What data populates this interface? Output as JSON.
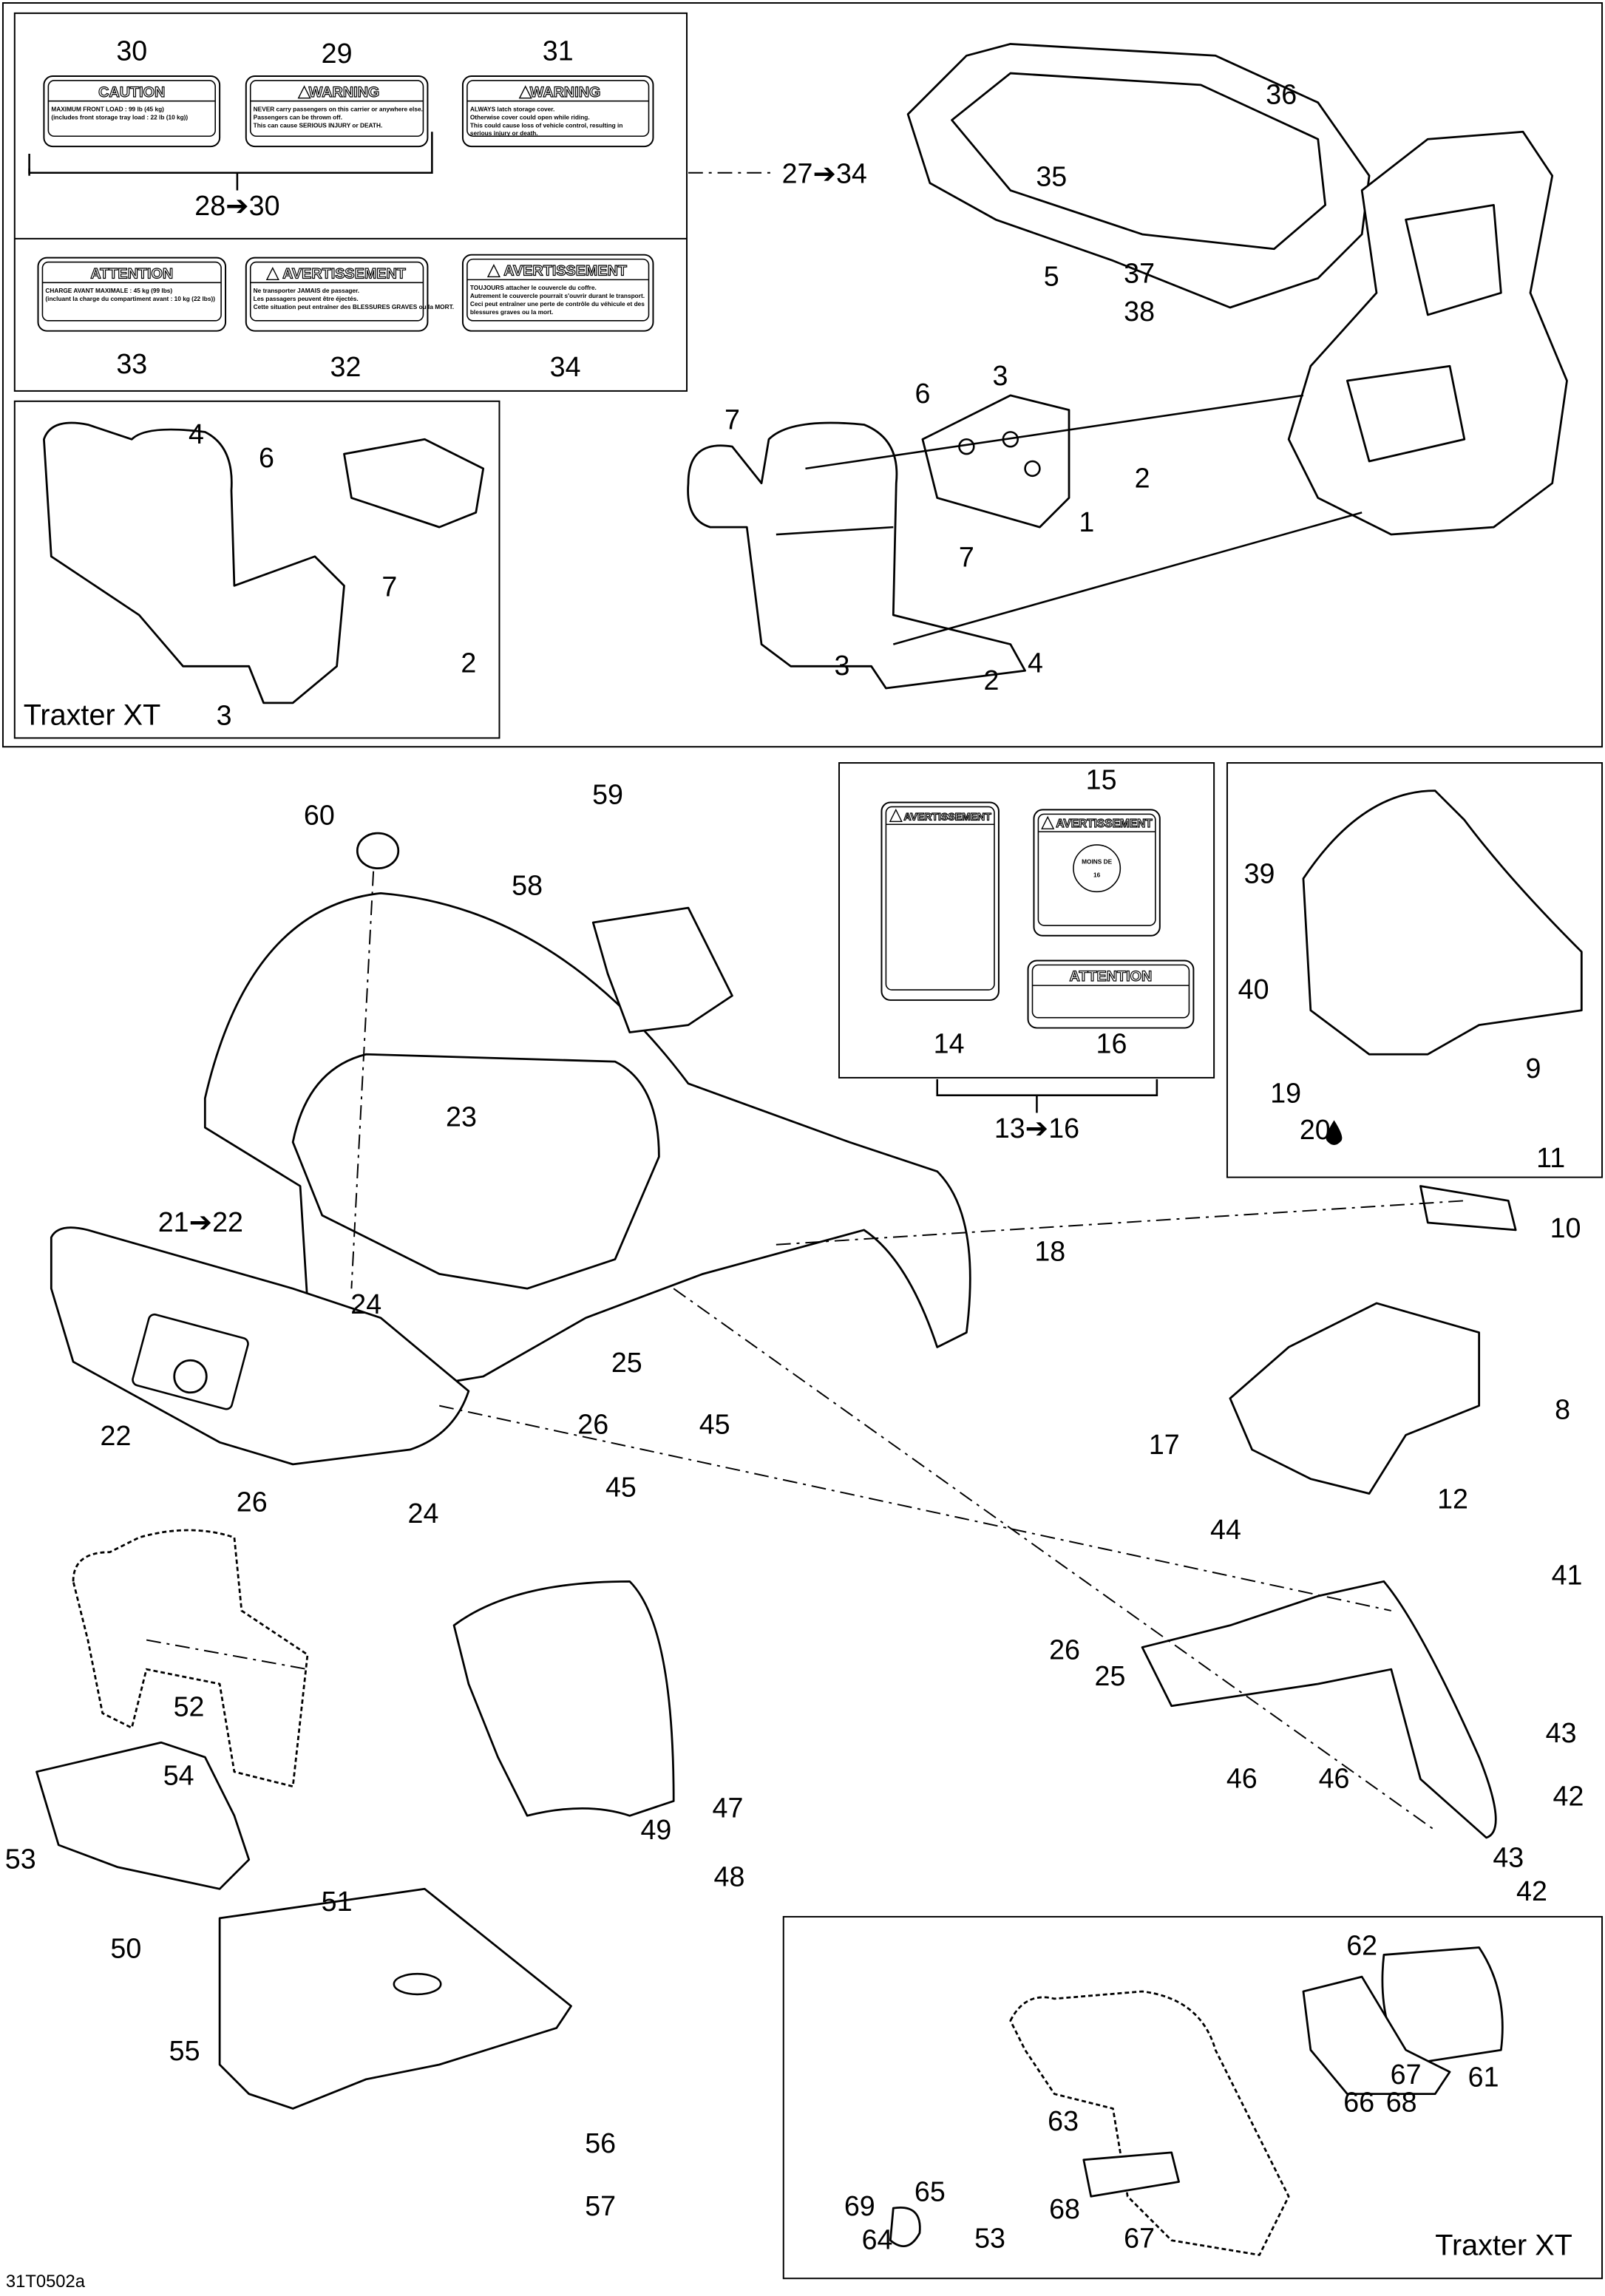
{
  "diagram": {
    "drawing_code": "31T0502a",
    "inset_labels": [
      "Traxter XT",
      "Traxter XT"
    ],
    "callouts": [
      "30",
      "29",
      "31",
      "28➔30",
      "33",
      "32",
      "34",
      "27➔34",
      "36",
      "35",
      "5",
      "37",
      "38",
      "7",
      "6",
      "3",
      "2",
      "1",
      "7",
      "3",
      "4",
      "2",
      "4",
      "6",
      "7",
      "2",
      "3",
      "60",
      "59",
      "58",
      "15",
      "14",
      "16",
      "13➔16",
      "39",
      "40",
      "9",
      "19",
      "20",
      "23",
      "11",
      "10",
      "18",
      "21➔22",
      "24",
      "25",
      "26",
      "45",
      "45",
      "22",
      "26",
      "24",
      "8",
      "17",
      "12",
      "44",
      "41",
      "26",
      "25",
      "43",
      "46",
      "46",
      "42",
      "43",
      "42",
      "52",
      "54",
      "47",
      "53",
      "49",
      "48",
      "51",
      "50",
      "55",
      "56",
      "57",
      "62",
      "61",
      "67",
      "66",
      "68",
      "63",
      "65",
      "69",
      "68",
      "64",
      "53",
      "67"
    ],
    "decals": [
      {
        "part": "30",
        "title": "CAUTION",
        "warning_icon": false,
        "lines": [
          "MAXIMUM FRONT LOAD : 99 lb (45 kg)",
          "(includes front storage tray load : 22 lb (10 kg))"
        ]
      },
      {
        "part": "29",
        "title": "WARNING",
        "warning_icon": true,
        "lines": [
          "NEVER carry passengers on this carrier or anywhere else.",
          "Passengers can be thrown off.",
          "This can cause SERIOUS INJURY or DEATH."
        ]
      },
      {
        "part": "31",
        "title": "WARNING",
        "warning_icon": true,
        "lines": [
          "ALWAYS latch storage cover.",
          "Otherwise cover could open while riding.",
          "This could cause loss of vehicle control, resulting in",
          "serious injury or death."
        ]
      },
      {
        "part": "33",
        "title": "ATTENTION",
        "warning_icon": false,
        "lines": [
          "CHARGE AVANT MAXIMALE : 45 kg (99 lbs)",
          "(incluant la charge du compartiment avant : 10 kg (22 lbs))"
        ]
      },
      {
        "part": "32",
        "title": "AVERTISSEMENT",
        "warning_icon": true,
        "lines": [
          "Ne transporter JAMAIS de passager.",
          "Les passagers peuvent être éjectés.",
          "Cette situation peut entraîner des BLESSURES GRAVES ou la MORT."
        ]
      },
      {
        "part": "34",
        "title": "AVERTISSEMENT",
        "warning_icon": true,
        "lines": [
          "TOUJOURS attacher le couvercle du coffre.",
          "Autrement le couvercle pourrait s'ouvrir durant le transport.",
          "Ceci peut entraîner une perte de contrôle du véhicule et des",
          "blessures graves ou la mort."
        ]
      },
      {
        "part": "14",
        "title": "AVERTISSEMENT",
        "warning_icon": true,
        "lines": []
      },
      {
        "part": "15",
        "title": "AVERTISSEMENT",
        "warning_icon": true,
        "lines": [
          "MOINS DE",
          "16"
        ]
      },
      {
        "part": "16",
        "title": "ATTENTION",
        "warning_icon": false,
        "lines": []
      }
    ],
    "icons": {
      "drop": "drop-icon",
      "arrow": "arrow-right-icon"
    }
  }
}
